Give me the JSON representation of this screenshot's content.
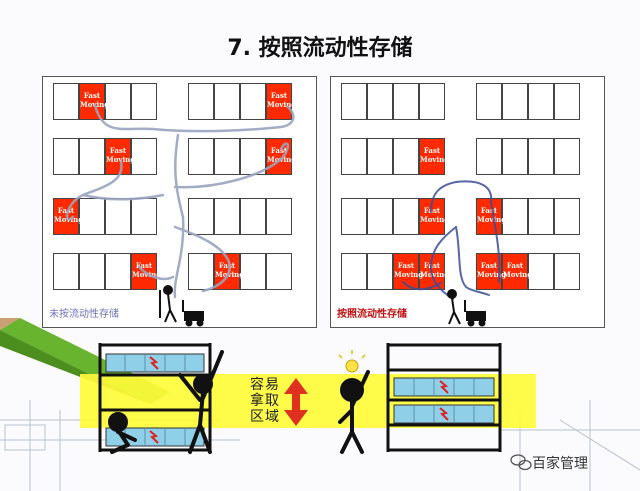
{
  "title": "7. 按照流动性存储",
  "fast_label_line1": "Fast",
  "fast_label_line2": "Moving",
  "left_panel": {
    "caption": "未按流动性存储",
    "fast_cells": [
      {
        "block": 0,
        "row": 0,
        "col": 1
      },
      {
        "block": 1,
        "row": 0,
        "col": 3
      },
      {
        "block": 0,
        "row": 1,
        "col": 2
      },
      {
        "block": 1,
        "row": 1,
        "col": 3
      },
      {
        "block": 0,
        "row": 2,
        "col": 0
      },
      {
        "block": 0,
        "row": 3,
        "col": 3
      },
      {
        "block": 1,
        "row": 3,
        "col": 1
      }
    ]
  },
  "right_panel": {
    "caption": "按照流动性存储",
    "fast_cells": [
      {
        "block": 0,
        "row": 1,
        "col": 3
      },
      {
        "block": 0,
        "row": 2,
        "col": 3
      },
      {
        "block": 1,
        "row": 2,
        "col": 0
      },
      {
        "block": 0,
        "row": 3,
        "col": 2
      },
      {
        "block": 0,
        "row": 3,
        "col": 3
      },
      {
        "block": 1,
        "row": 3,
        "col": 0
      },
      {
        "block": 1,
        "row": 3,
        "col": 1
      }
    ]
  },
  "zone_label_lines": [
    "容易",
    "拿取",
    "区域"
  ],
  "watermark": "百家管理",
  "colors": {
    "fast_moving": "#ff2a00",
    "zone_band": "#fffb3a",
    "zone_arrow": "#e03020",
    "shelf_box": "#8fd0e8",
    "path": "#9aa4c0"
  }
}
